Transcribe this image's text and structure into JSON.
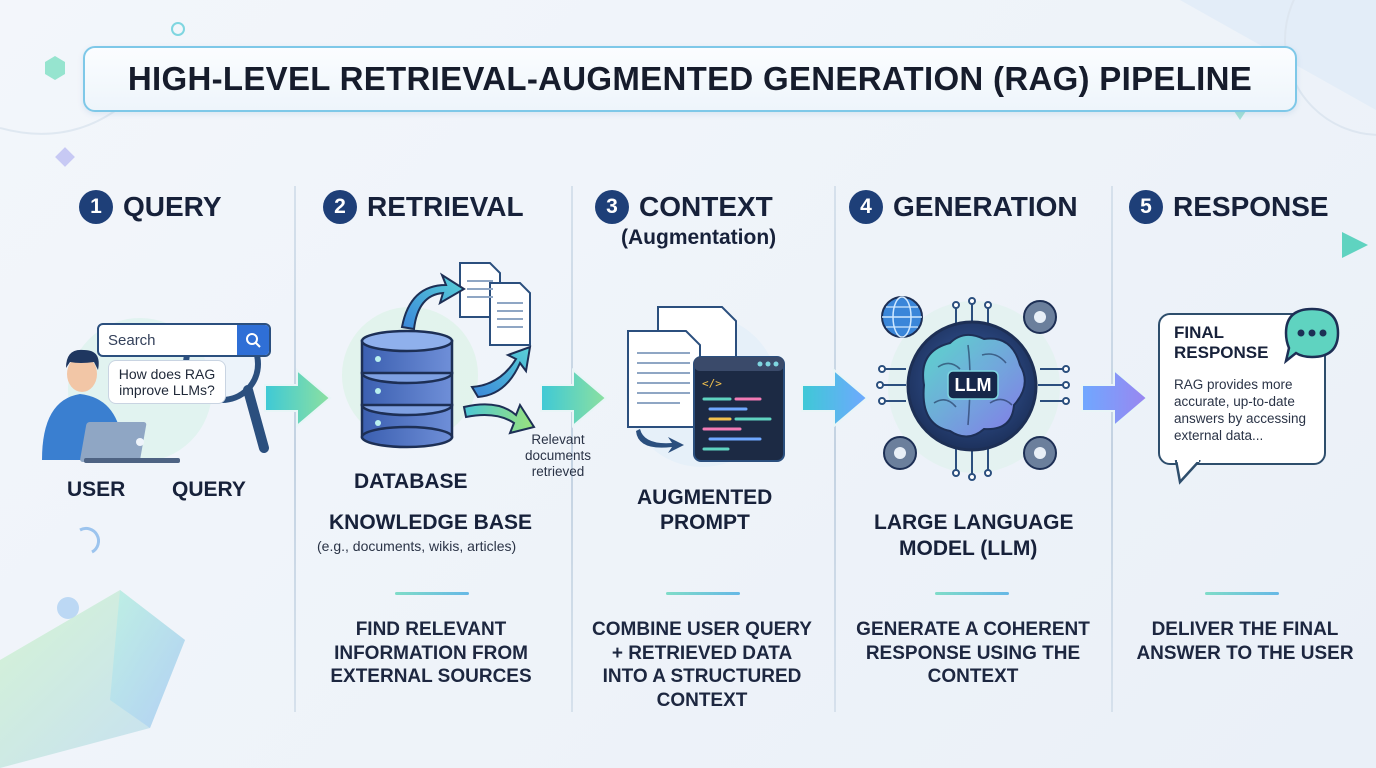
{
  "title": "HIGH-LEVEL RETRIEVAL-AUGMENTED GENERATION (RAG) PIPELINE",
  "steps": [
    {
      "num": "1",
      "title": "QUERY"
    },
    {
      "num": "2",
      "title": "RETRIEVAL"
    },
    {
      "num": "3",
      "title": "CONTEXT",
      "subtitle": "(Augmentation)"
    },
    {
      "num": "4",
      "title": "GENERATION"
    },
    {
      "num": "5",
      "title": "RESPONSE"
    }
  ],
  "query": {
    "search_placeholder": "Search",
    "question_line1": "How does RAG",
    "question_line2": "improve LLMs?",
    "user_label": "USER",
    "query_label": "QUERY"
  },
  "retrieval": {
    "database_label": "DATABASE",
    "caption_line1": "Relevant",
    "caption_line2": "documents",
    "caption_line3": "retrieved",
    "kb_label": "KNOWLEDGE BASE",
    "kb_sub": "(e.g., documents, wikis, articles)",
    "description": "FIND RELEVANT\nINFORMATION FROM\nEXTERNAL SOURCES"
  },
  "context": {
    "label_line1": "AUGMENTED",
    "label_line2": "PROMPT",
    "description": "COMBINE USER QUERY\n+ RETRIEVED DATA\nINTO A STRUCTURED\nCONTEXT"
  },
  "generation": {
    "chip_label": "LLM",
    "label_line1": "LARGE LANGUAGE",
    "label_line2": "MODEL (LLM)",
    "description": "GENERATE A COHERENT\nRESPONSE USING THE\nCONTEXT"
  },
  "response": {
    "title_line1": "FINAL",
    "title_line2": "RESPONSE",
    "body": "RAG provides more accurate, up-to-date answers by accessing external data...",
    "description": "DELIVER THE FINAL\nANSWER TO THE USER"
  },
  "colors": {
    "accent_navy": "#1e3f78",
    "arrow_start": "#3ec9d6",
    "arrow_end": "#8a7df0",
    "teal": "#5fd3c0"
  }
}
